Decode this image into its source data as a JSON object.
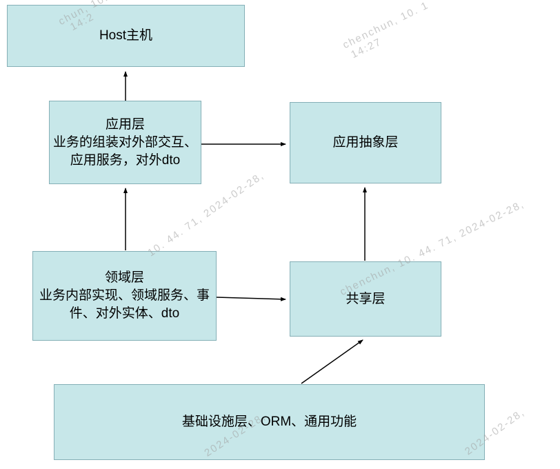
{
  "diagram": {
    "nodes": {
      "host": {
        "title": "Host主机"
      },
      "app": {
        "title": "应用层",
        "body": "业务的组装对外部交互、应用服务，对外dto"
      },
      "appAbstract": {
        "title": "应用抽象层"
      },
      "domain": {
        "title": "领域层",
        "body": "业务内部实现、领域服务、事件、对外实体、dto"
      },
      "shared": {
        "title": "共享层"
      },
      "infra": {
        "title": "基础设施层、ORM、通用功能"
      }
    },
    "colors": {
      "node_fill": "#c7e7e9",
      "node_border": "#84afb6",
      "arrow": "#000000",
      "watermark": "#a0a0a0"
    }
  },
  "watermarks": [
    {
      "text": "chun, 10."
    },
    {
      "text": "14:2"
    },
    {
      "text": "chenchun, 10. 1"
    },
    {
      "text": "14:27"
    },
    {
      "text": "10. 44. 71, 2024-02-28,"
    },
    {
      "text": "chenchun, 10. 44. 71, 2024-02-28,"
    },
    {
      "text": "2024-02-28,"
    },
    {
      "text": "2024-02-28,"
    }
  ]
}
